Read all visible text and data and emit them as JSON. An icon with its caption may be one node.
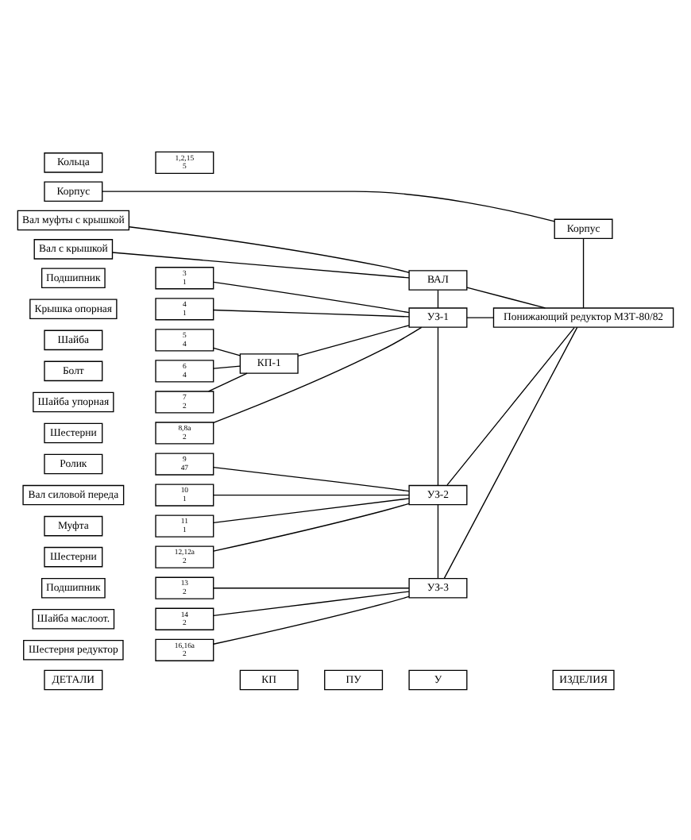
{
  "diagram": {
    "nodes": [
      {
        "text": [
          "ДЕТАЛИ"
        ]
      },
      {
        "text": [
          "КП"
        ]
      },
      {
        "text": [
          "ПУ"
        ]
      },
      {
        "text": [
          "У"
        ]
      },
      {
        "text": [
          "ИЗДЕЛИЯ"
        ]
      },
      {
        "text": [
          "Корпус"
        ]
      },
      {
        "text": [
          "Корпус"
        ]
      },
      {
        "text": [
          "Вал муфты с крышкой"
        ]
      },
      {
        "text": [
          "ВАЛ"
        ]
      },
      {
        "text": [
          "Вал с крышкой"
        ]
      },
      {
        "text": [
          "Кольца"
        ]
      },
      {
        "text": [
          "1,2,15",
          "5"
        ]
      },
      {
        "text": [
          "Подшипник"
        ]
      },
      {
        "text": [
          "3",
          "1"
        ]
      },
      {
        "text": [
          "Крышка опорная"
        ]
      },
      {
        "text": [
          "4",
          "1"
        ]
      },
      {
        "text": [
          "Шайба"
        ]
      },
      {
        "text": [
          "5",
          "4"
        ]
      },
      {
        "text": [
          "КП-1"
        ]
      },
      {
        "text": [
          "Болт"
        ]
      },
      {
        "text": [
          "6",
          "4"
        ]
      },
      {
        "text": [
          "Шайба упорная"
        ]
      },
      {
        "text": [
          "7",
          "2"
        ]
      },
      {
        "text": [
          "Шестерни"
        ]
      },
      {
        "text": [
          "8,8а",
          "2"
        ]
      },
      {
        "text": [
          "УЗ-1"
        ]
      },
      {
        "text": [
          "Ролик"
        ]
      },
      {
        "text": [
          "9",
          "47"
        ]
      },
      {
        "text": [
          "Вал силовой переда"
        ]
      },
      {
        "text": [
          "10",
          "1"
        ]
      },
      {
        "text": [
          "Муфта"
        ]
      },
      {
        "text": [
          "11",
          "1"
        ]
      },
      {
        "text": [
          "Шестерни"
        ]
      },
      {
        "text": [
          "12,12а",
          "2"
        ]
      },
      {
        "text": [
          "УЗ-2"
        ]
      },
      {
        "text": [
          "Подшипник"
        ]
      },
      {
        "text": [
          "13",
          "2"
        ]
      },
      {
        "text": [
          "Шайба маслоот."
        ]
      },
      {
        "text": [
          "14",
          "2"
        ]
      },
      {
        "text": [
          "Шестерня редуктор"
        ]
      },
      {
        "text": [
          "16,16а",
          "2"
        ]
      },
      {
        "text": [
          "УЗ-3"
        ]
      },
      {
        "text": [
          "Понижающий редуктор МЗТ-80/82"
        ]
      }
    ],
    "edges": [
      {
        "from": 5,
        "to": 6,
        "arrow": "none"
      },
      {
        "from": 7,
        "to": 8,
        "arrow": "none"
      },
      {
        "from": 9,
        "to": 8,
        "arrow": "none"
      },
      {
        "from": 6,
        "to": 42,
        "arrow": "none"
      },
      {
        "from": 8,
        "to": 42,
        "arrow": "none"
      },
      {
        "from": 8,
        "to": 25,
        "arrow": "none"
      },
      {
        "from": 13,
        "to": 25,
        "arrow": "none"
      },
      {
        "from": 15,
        "to": 25,
        "arrow": "none"
      },
      {
        "from": 17,
        "to": 18,
        "arrow": "none"
      },
      {
        "from": 20,
        "to": 18,
        "arrow": "none"
      },
      {
        "from": 22,
        "to": 18,
        "arrow": "none"
      },
      {
        "from": 18,
        "to": 25,
        "arrow": "none"
      },
      {
        "from": 24,
        "to": 25,
        "arrow": "none"
      },
      {
        "from": 25,
        "to": 42,
        "arrow": "none"
      },
      {
        "from": 25,
        "to": 34,
        "arrow": "none"
      },
      {
        "from": 27,
        "to": 34,
        "arrow": "none"
      },
      {
        "from": 29,
        "to": 34,
        "arrow": "none"
      },
      {
        "from": 31,
        "to": 34,
        "arrow": "none"
      },
      {
        "from": 33,
        "to": 34,
        "arrow": "none"
      },
      {
        "from": 34,
        "to": 42,
        "arrow": "none"
      },
      {
        "from": 34,
        "to": 41,
        "arrow": "none"
      },
      {
        "from": 36,
        "to": 41,
        "arrow": "none"
      },
      {
        "from": 38,
        "to": 41,
        "arrow": "none"
      },
      {
        "from": 40,
        "to": 41,
        "arrow": "none"
      },
      {
        "from": 41,
        "to": 42,
        "arrow": "none"
      }
    ]
  }
}
